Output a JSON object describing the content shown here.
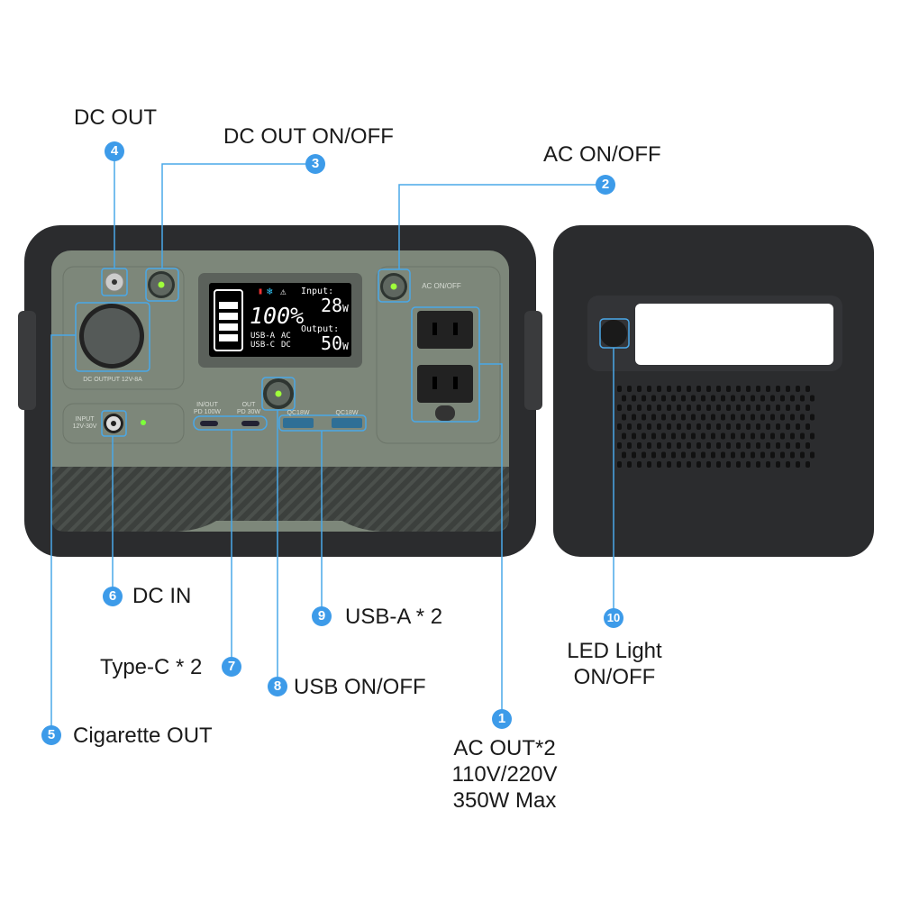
{
  "labels": {
    "dc_out": "DC OUT",
    "dc_out_onoff": "DC OUT ON/OFF",
    "ac_onoff": "AC ON/OFF",
    "cig_out": "Cigarette OUT",
    "dc_in": "DC IN",
    "typec": "Type-C * 2",
    "usb_onoff": "USB ON/OFF",
    "usba": "USB-A * 2",
    "ac_out_1": "AC OUT*2",
    "ac_out_2": "110V/220V",
    "ac_out_3": "350W Max",
    "led_1": "LED Light",
    "led_2": "ON/OFF"
  },
  "numbers": [
    "1",
    "2",
    "3",
    "4",
    "5",
    "6",
    "7",
    "8",
    "9",
    "10"
  ],
  "panel": {
    "dc_output": "DC OUTPUT 12V-8A",
    "input": "INPUT",
    "input_v": "12V-30V",
    "inout": "IN/OUT",
    "pd100": "PD 100W",
    "out": "OUT",
    "pd30": "PD 30W",
    "qc1": "QC18W",
    "qc2": "QC18W",
    "ac_onoff": "AC ON/OFF"
  },
  "lcd": {
    "percent": "100%",
    "usba": "USB-A",
    "usbc": "USB-C",
    "ac": "AC",
    "dc": "DC",
    "input_label": "Input:",
    "input_value": "28",
    "output_label": "Output:",
    "output_value": "50",
    "unit": "W"
  },
  "colors": {
    "accent": "#3d9be9",
    "panel": "#7d877a",
    "body": "#2b2c2e"
  }
}
